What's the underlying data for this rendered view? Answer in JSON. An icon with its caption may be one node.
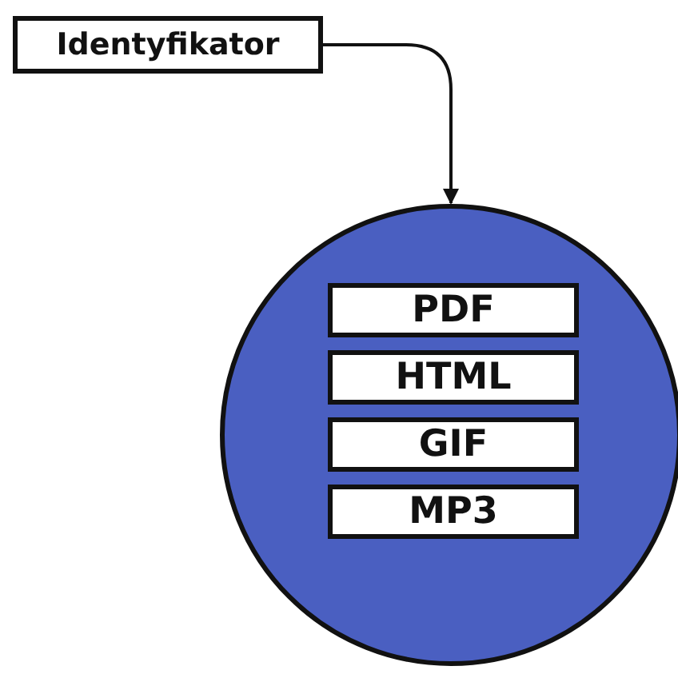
{
  "diagram": {
    "nodes": [
      {
        "text": [
          "Identyfikator"
        ]
      },
      {
        "text": [],
        "shape": "circle"
      },
      {
        "text": [
          "PDF"
        ],
        "in": 1
      },
      {
        "text": [
          "HTML"
        ],
        "in": 1
      },
      {
        "text": [
          "GIF"
        ],
        "in": 1
      },
      {
        "text": [
          "MP3"
        ],
        "in": 1
      }
    ],
    "edges": [
      {
        "from": 0,
        "to": 1,
        "arrow": "to"
      }
    ]
  }
}
